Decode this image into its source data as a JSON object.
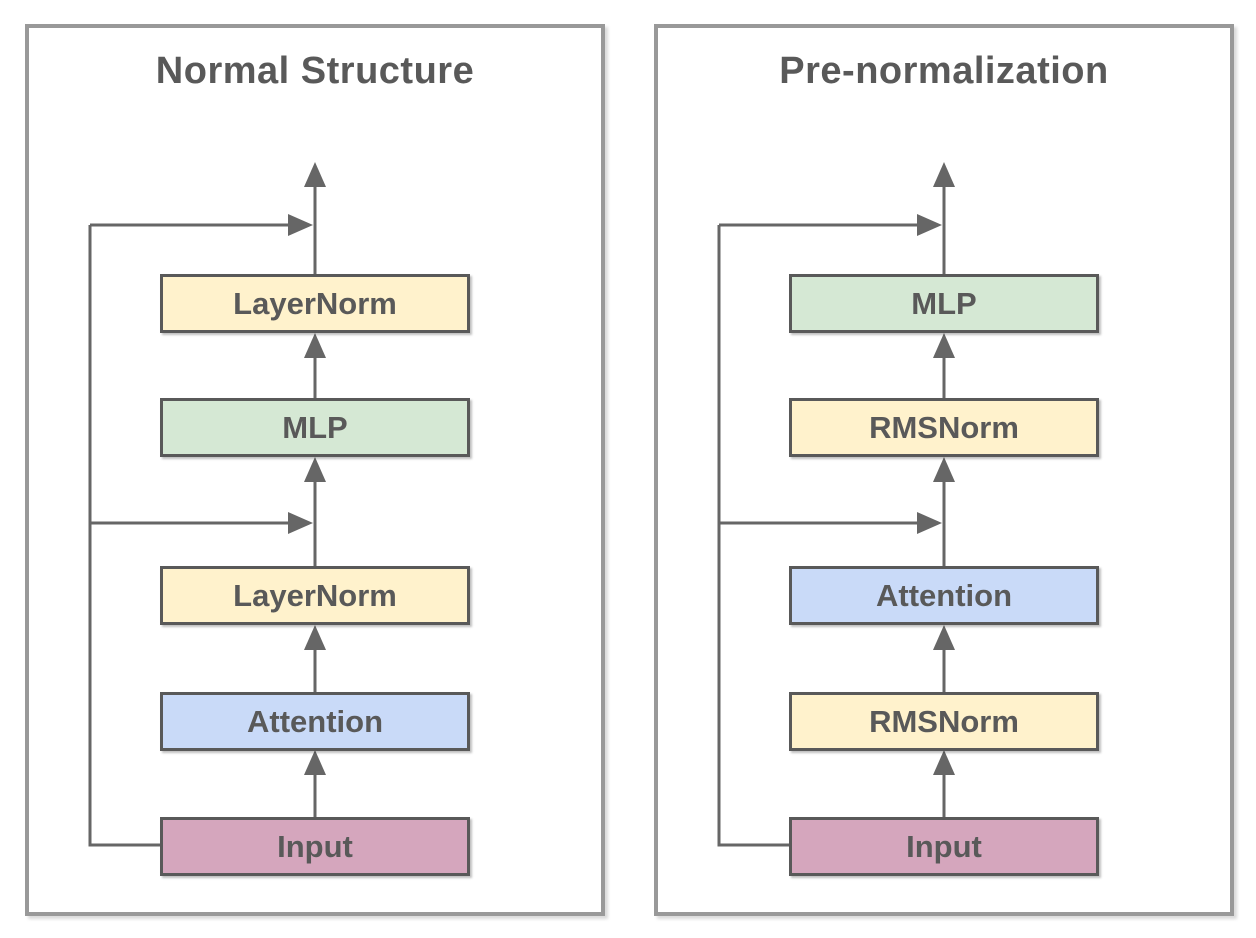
{
  "figure": {
    "panels": [
      {
        "title": "Normal Structure",
        "boxes": [
          {
            "label": "LayerNorm",
            "color": "yellow"
          },
          {
            "label": "MLP",
            "color": "green"
          },
          {
            "label": "LayerNorm",
            "color": "yellow"
          },
          {
            "label": "Attention",
            "color": "blue"
          },
          {
            "label": "Input",
            "color": "pink"
          }
        ]
      },
      {
        "title": "Pre-normalization",
        "boxes": [
          {
            "label": "MLP",
            "color": "green"
          },
          {
            "label": "RMSNorm",
            "color": "yellow"
          },
          {
            "label": "Attention",
            "color": "blue"
          },
          {
            "label": "RMSNorm",
            "color": "yellow"
          },
          {
            "label": "Input",
            "color": "pink"
          }
        ]
      }
    ],
    "colors": {
      "yellow": "#FFF2CC",
      "green": "#D5E8D4",
      "blue": "#C9DAF8",
      "pink": "#D5A6BD",
      "box_border": "#595959",
      "arrow": "#666666",
      "panel_border": "#999999",
      "text": "#595959"
    }
  }
}
